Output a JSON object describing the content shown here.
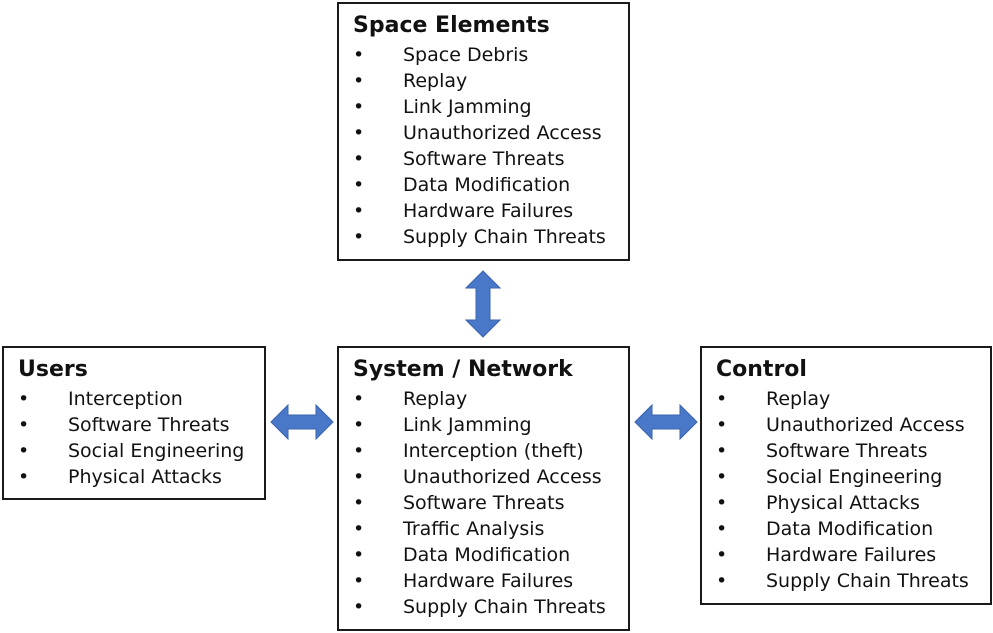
{
  "space_elements": {
    "title": "Space Elements",
    "items": [
      "Space Debris",
      "Replay",
      "Link Jamming",
      "Unauthorized Access",
      "Software Threats",
      "Data Modification",
      "Hardware Failures",
      "Supply Chain Threats"
    ]
  },
  "users": {
    "title": "Users",
    "items": [
      "Interception",
      "Software Threats",
      "Social Engineering",
      "Physical Attacks"
    ]
  },
  "system_network": {
    "title": "System / Network",
    "items": [
      "Replay",
      "Link Jamming",
      "Interception (theft)",
      "Unauthorized Access",
      "Software Threats",
      "Traffic Analysis",
      "Data Modification",
      "Hardware Failures",
      "Supply Chain Threats"
    ]
  },
  "control": {
    "title": "Control",
    "items": [
      "Replay",
      "Unauthorized Access",
      "Software Threats",
      "Social Engineering",
      "Physical Attacks",
      "Data Modification",
      "Hardware Failures",
      "Supply Chain Threats"
    ]
  },
  "arrow_color": "#4a78c8",
  "arrow_stroke": "#3a63ad"
}
